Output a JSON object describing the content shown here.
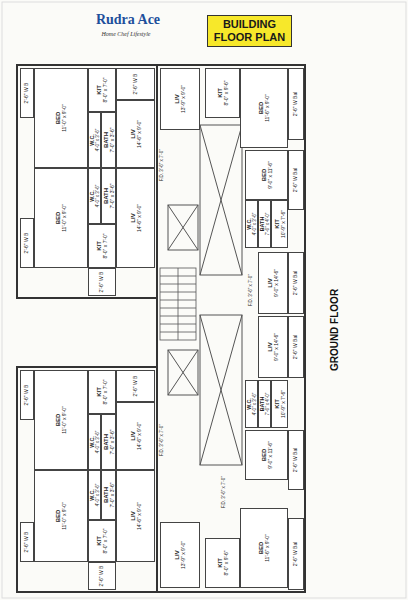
{
  "diagram": {
    "title": "BUILDING FLOOR PLAN",
    "nodes": [
      {
        "text": [
          "BUILDING FLOOR PLAN"
        ]
      },
      {
        "text": [
          "2'-6\" W B"
        ]
      },
      {
        "text": [
          "BED",
          "11'-0\" x 9'-0\""
        ]
      },
      {
        "text": [
          "KIT",
          "8'-0\" x 7'-0\""
        ]
      },
      {
        "text": [
          "W.C.",
          "4'-0\" x 3'-6\""
        ]
      },
      {
        "text": [
          "BATH",
          "7'-0\" x 3'-6\""
        ]
      },
      {
        "text": [
          "2'-6\" W B"
        ]
      },
      {
        "text": [
          "LIV",
          "14'-6\" x 9'-0\""
        ]
      },
      {
        "text": [
          "W.C.",
          "4'-0\" x 3'-6\""
        ]
      },
      {
        "text": [
          "BATH",
          "7'-0\" x 3'-6\""
        ]
      },
      {
        "text": [
          "LIV",
          "14'-6\" x 9'-0\""
        ]
      },
      {
        "text": [
          "BED",
          "11'-0\" x 9'-0\""
        ]
      },
      {
        "text": [
          "KIT",
          "8'-0\" x 7'-0\""
        ]
      },
      {
        "text": [
          "2'-6\" W B"
        ]
      },
      {
        "text": [
          "2'-6\" W B"
        ]
      },
      {
        "text": [
          "2'-6\" W B"
        ]
      },
      {
        "text": [
          "BED",
          "11'-0\" x 9'-0\""
        ]
      },
      {
        "text": [
          "KIT",
          "8'-0\" x 7'-0\""
        ]
      },
      {
        "text": [
          "W.C.",
          "4'-0\" x 3'-6\""
        ]
      },
      {
        "text": [
          "BATH",
          "7'-0\" x 3'-6\""
        ]
      },
      {
        "text": [
          "2'-6\" W B"
        ]
      },
      {
        "text": [
          "LIV",
          "14'-6\" x 9'-0\""
        ]
      },
      {
        "text": [
          "W.C.",
          "4'-0\" x 3'-6\""
        ]
      },
      {
        "text": [
          "BATH",
          "7'-0\" x 3'-6\""
        ]
      },
      {
        "text": [
          "LIV",
          "14'-6\" x 9'-0\""
        ]
      },
      {
        "text": [
          "BED",
          "11'-0\" x 9'-0\""
        ]
      },
      {
        "text": [
          "KIT",
          "8'-0\" x 7'-0\""
        ]
      },
      {
        "text": [
          "2'-6\" W B"
        ]
      },
      {
        "text": [
          "2'-6\" W B"
        ]
      },
      {
        "text": [
          "LIV",
          "13'-9\" x 9'-0\""
        ]
      },
      {
        "text": [
          "KIT",
          "8'-0\" x 9'-6\""
        ]
      },
      {
        "text": [
          "BED",
          "11'-6\" x 9'-0\""
        ]
      },
      {
        "text": [
          "2'-6\" W Bal"
        ]
      },
      {
        "text": [
          "BED",
          "9'-0\" x 11'-6\""
        ]
      },
      {
        "text": [
          "2'-6\" W Bal"
        ]
      },
      {
        "text": [
          "W.C.",
          "4'-0\" x 3'-6\""
        ]
      },
      {
        "text": [
          "BATH",
          "7'-6\" x 4'-0\""
        ]
      },
      {
        "text": [
          "KIT",
          "10'-9\" x 7'-6\""
        ]
      },
      {
        "text": [
          "LIV",
          "9'-0\" x 14'-6\""
        ]
      },
      {
        "text": [
          "2'-6\" W Bal"
        ]
      },
      {
        "text": [
          "LIV",
          "9'-0\" x 14'-6\""
        ]
      },
      {
        "text": [
          "2'-6\" W Bal"
        ]
      },
      {
        "text": [
          "W.C.",
          "4'-0\" x 3'-6\""
        ]
      },
      {
        "text": [
          "BATH",
          "7'-6\" x 4'-0\""
        ]
      },
      {
        "text": [
          "KIT",
          "10'-9\" x 7'-6\""
        ]
      },
      {
        "text": [
          "BED",
          "9'-0\" x 11'-6\""
        ]
      },
      {
        "text": [
          "2'-6\" W Bal"
        ]
      },
      {
        "text": [
          "LIV",
          "13'-9\" x 9'-0\""
        ]
      },
      {
        "text": [
          "KIT",
          "8'-0\" x 9'-6\""
        ]
      },
      {
        "text": [
          "BED",
          "11'-6\" x 9'-0\""
        ]
      },
      {
        "text": [
          "2'-6\" W Bal"
        ]
      }
    ],
    "labels": [
      "Rudra Ace",
      "Home Chef Lifestyle",
      "GROUND FLOOR",
      "F.D. 3'-6\" x 7'-0\"",
      "F.D. 3'-6\" x 7'-0\"",
      "F.D. 3'-6\" x 7'-0\"",
      "F.D. 3'-6\" x 7'-0\""
    ]
  }
}
